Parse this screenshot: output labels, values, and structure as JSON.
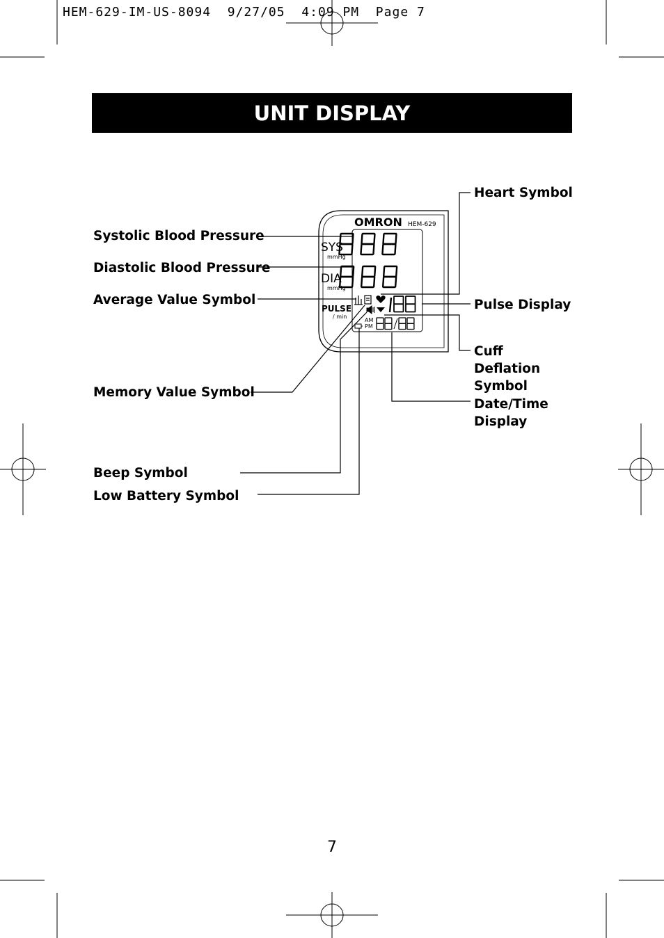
{
  "slug_line": "HEM-629-IM-US-8094  9/27/05  4:09 PM  Page 7",
  "title": "UNIT DISPLAY",
  "labels": {
    "systolic": "Systolic Blood Pressure",
    "diastolic": "Diastolic Blood Pressure",
    "average": "Average Value Symbol",
    "memory": "Memory Value Symbol",
    "beep": "Beep Symbol",
    "battery": "Low Battery Symbol",
    "heart": "Heart Symbol",
    "pulse": "Pulse Display",
    "cuff": "Cuff Deflation Symbol",
    "datetime": "Date/Time Display"
  },
  "device": {
    "brand": "OMRON",
    "model": "HEM-629",
    "sys": "SYS",
    "dia": "DIA",
    "unit": "mmHg",
    "pulse": "PULSE",
    "per_min": "/ min",
    "am": "AM",
    "pm": "PM",
    "digits_big": "888",
    "digits_pulse": "188",
    "digits_date": "88",
    "digits_time": "88"
  },
  "page_number": "7"
}
